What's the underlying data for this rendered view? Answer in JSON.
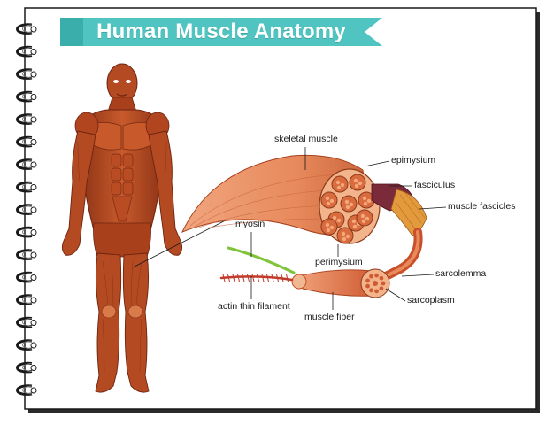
{
  "title": "Human Muscle Anatomy",
  "labels": {
    "skeletal_muscle": "skeletal muscle",
    "epimysium": "epimysium",
    "fasciculus": "fasciculus",
    "muscle_fascicles": "muscle fascicles",
    "myosin": "myosin",
    "perimysium": "perimysium",
    "sarcolemma": "sarcolemma",
    "actin_thin_filament": "actin thin filament",
    "sarcoplasm": "sarcoplasm",
    "muscle_fiber": "muscle fiber"
  },
  "colors": {
    "banner": "#4fc4c0",
    "banner_dark": "#2d9c98",
    "muscle": "#c2522b",
    "muscle_light": "#e98d5f",
    "muscle_dark": "#7a2a13",
    "fascicle": "#d96b3f",
    "epimysium": "#7b2a3a",
    "myosin": "#7fc43a",
    "actin": "#c33a2a",
    "page_border": "#1a1a1a"
  },
  "icons": {
    "binding": "spiral-ring-icon"
  }
}
